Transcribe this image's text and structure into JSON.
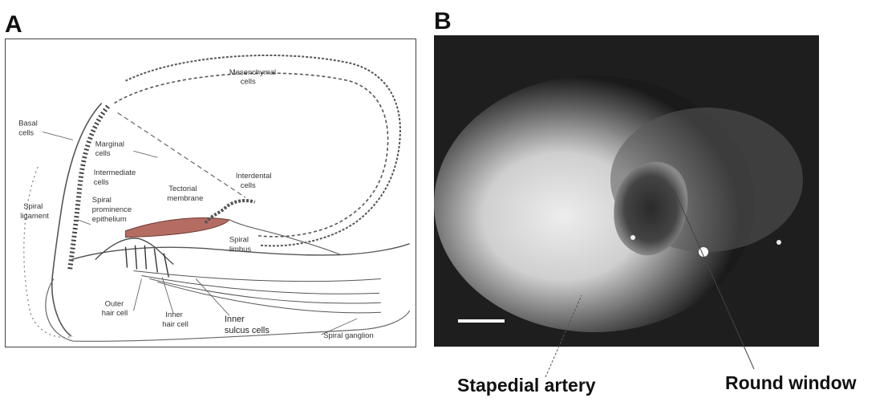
{
  "panel_a": {
    "letter": "A",
    "labels": {
      "mesenchymal": [
        "Mesenchymal",
        "cells"
      ],
      "basal": [
        "Basal",
        "cells"
      ],
      "marginal": [
        "Marginal",
        "cells"
      ],
      "intermediate": [
        "Intermediate",
        "cells"
      ],
      "spiral_ligament": [
        "Spiral",
        "ligament"
      ],
      "spiral_prominence": [
        "Spiral",
        "prominence",
        "epithelium"
      ],
      "tectorial": [
        "Tectorial",
        "membrane"
      ],
      "interdental": [
        "Interdental",
        "cells"
      ],
      "spiral_limbus": [
        "Spiral",
        "limbus"
      ],
      "outer_hair": [
        "Outer",
        "hair cell"
      ],
      "inner_hair": [
        "Inner",
        "hair cell"
      ],
      "inner_sulcus": [
        "Inner",
        "sulcus cells"
      ],
      "spiral_ganglion": "Spiral ganglion"
    }
  },
  "panel_b": {
    "letter": "B",
    "stapedial_artery": "Stapedial artery",
    "round_window": "Round window"
  }
}
